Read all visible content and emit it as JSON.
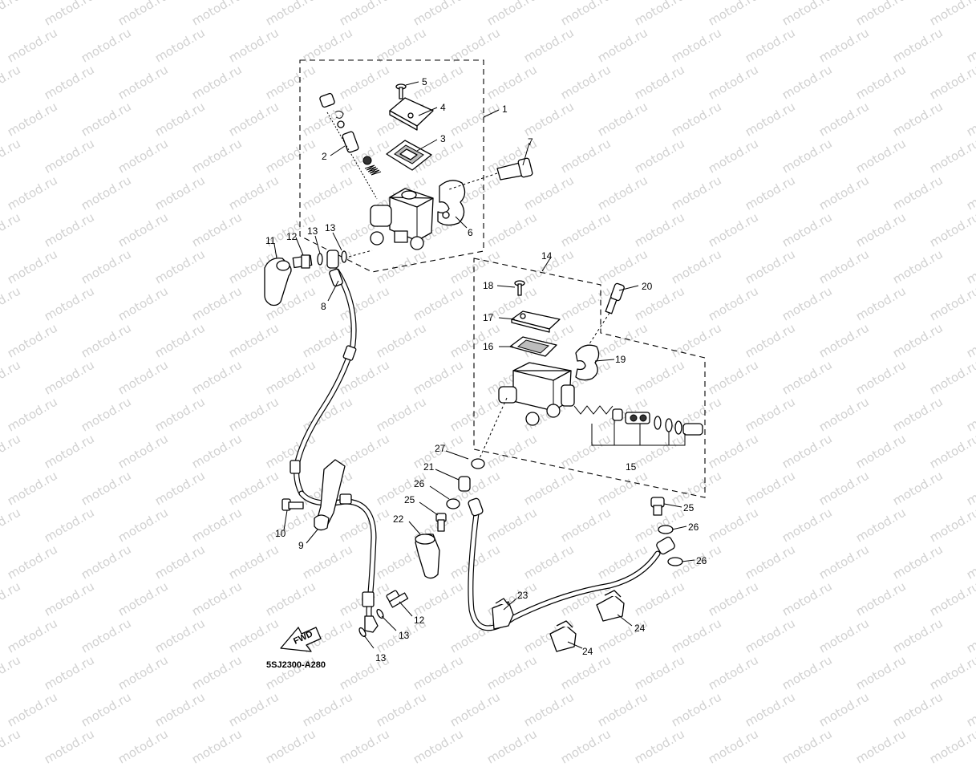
{
  "watermark": "motod.ru",
  "diagram_code": "5SJ2300-A280",
  "fwd_label": "FWD",
  "callouts": {
    "c1": "1",
    "c2": "2",
    "c3": "3",
    "c4": "4",
    "c5": "5",
    "c6": "6",
    "c7": "7",
    "c8": "8",
    "c9": "9",
    "c10": "10",
    "c11": "11",
    "c12a": "12",
    "c12b": "12",
    "c13a": "13",
    "c13b": "13",
    "c13c": "13",
    "c13d": "13",
    "c14": "14",
    "c15": "15",
    "c16": "16",
    "c17": "17",
    "c18": "18",
    "c19": "19",
    "c20": "20",
    "c21": "21",
    "c22": "22",
    "c23": "23",
    "c24a": "24",
    "c24b": "24",
    "c25a": "25",
    "c25b": "25",
    "c26a": "26",
    "c26b": "26",
    "c26c": "26",
    "c27": "27"
  }
}
